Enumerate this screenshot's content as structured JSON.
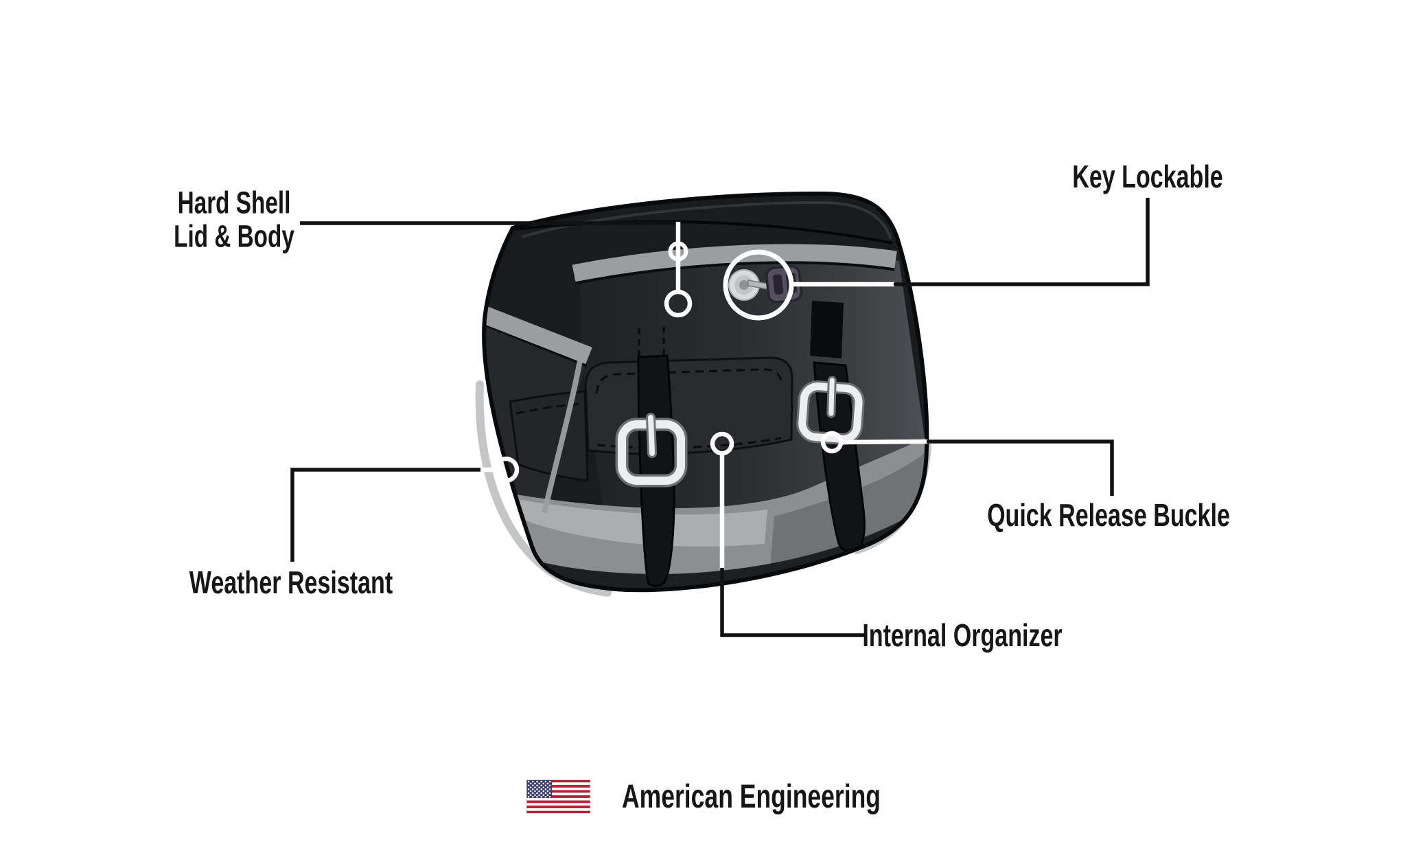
{
  "callouts": {
    "hard_shell": {
      "line1": "Hard Shell",
      "line2": "Lid & Body"
    },
    "key_lockable": {
      "label": "Key Lockable"
    },
    "weather_resistant": {
      "label": "Weather Resistant"
    },
    "quick_release": {
      "label": "Quick Release Buckle"
    },
    "internal_organizer": {
      "label": "Internal Organizer"
    }
  },
  "footer": {
    "label": "American Engineering",
    "flag_icon": "usa-flag-icon"
  },
  "colors": {
    "bag_black": "#1a1b1d",
    "trim_silver": "#9b9ea1",
    "buckle_metal": "#eceeef",
    "callout_line": "#111111",
    "flag_red": "#B22234",
    "flag_blue": "#3C3B6E"
  }
}
